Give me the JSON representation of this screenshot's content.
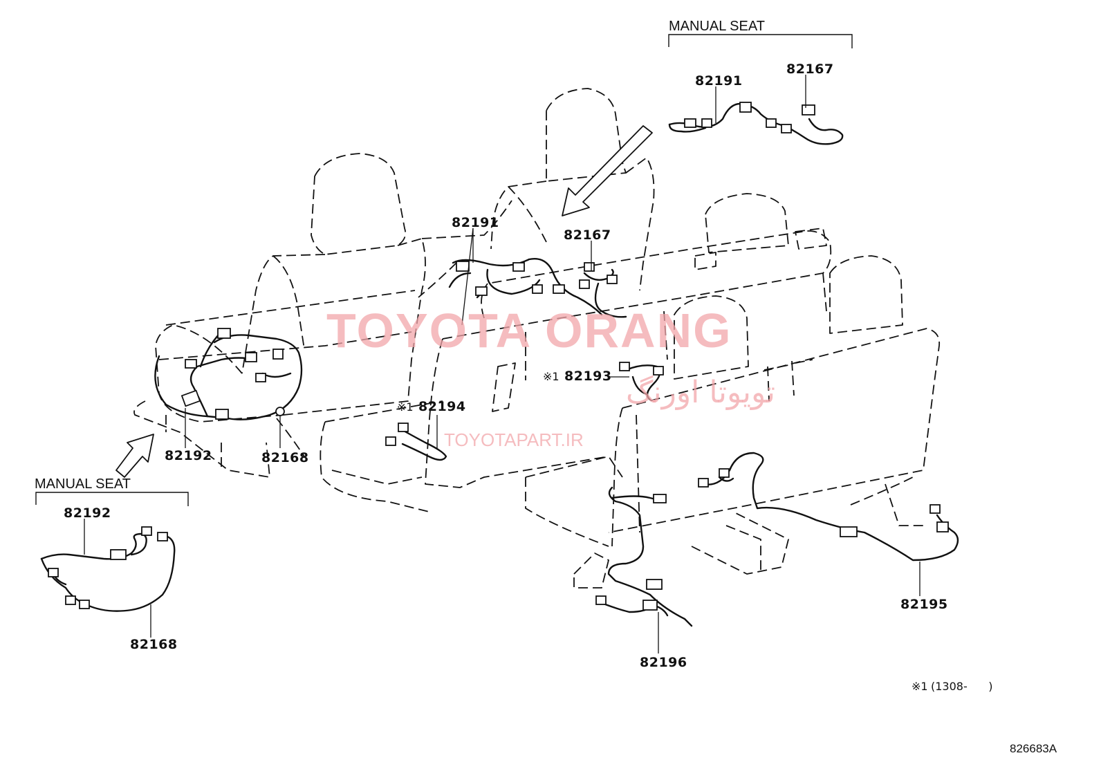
{
  "diagram": {
    "illustration_id": "826683A",
    "sections": {
      "manual_seat_top": "MANUAL SEAT",
      "manual_seat_bottom": "MANUAL SEAT"
    },
    "parts": {
      "p82191_main": "82191",
      "p82167_main": "82167",
      "p82192_main": "82192",
      "p82168_main": "82168",
      "p82193": "82193",
      "p82194": "82194",
      "p82195": "82195",
      "p82196": "82196",
      "p82191_detail": "82191",
      "p82167_detail": "82167",
      "p82192_detail": "82192",
      "p82168_detail": "82168"
    },
    "marks": {
      "p82193_mark": "※1",
      "p82194_mark": "※1"
    },
    "footnote": {
      "mark": "※1",
      "text": "(1308-      )"
    }
  },
  "watermark": {
    "brand": "TOYOTA ORANG",
    "persian": "تویوتا اورنگ",
    "url": "TOYOTAPART.IR",
    "color": "#f2a5a9"
  }
}
